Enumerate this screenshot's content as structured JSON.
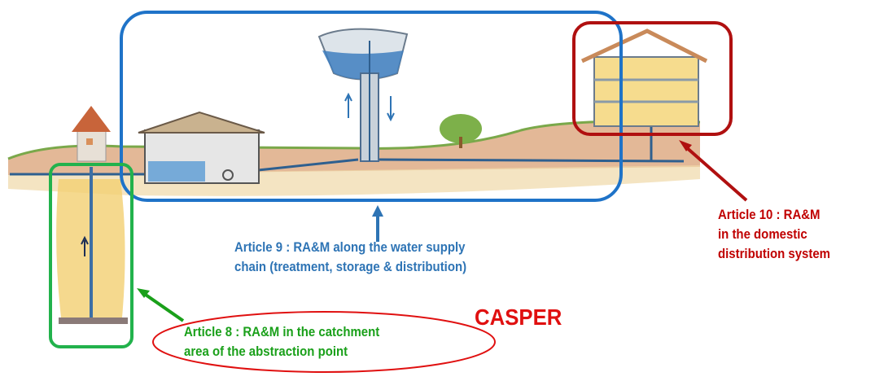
{
  "labels": {
    "article9": [
      "Article 9 : RA&M along the water supply",
      "chain (treatment, storage & distribution)"
    ],
    "article10": [
      "Article 10 : RA&M",
      "in the domestic",
      "distribution system"
    ],
    "article8": [
      "Article 8 : RA&M in the catchment",
      "area of the abstraction point"
    ],
    "brand": "CASPER"
  },
  "colors": {
    "article9": "#2e74b5",
    "article10": "#c00000",
    "article8": "#1aa01a",
    "brand": "#e01010"
  }
}
